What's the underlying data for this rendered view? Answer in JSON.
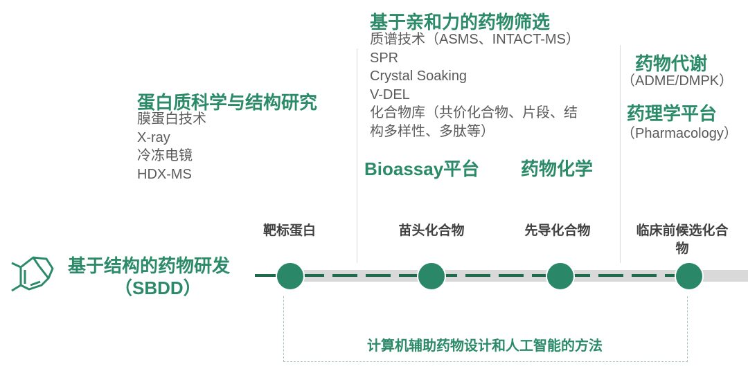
{
  "sbdd": {
    "title": "基于结构的药物研发",
    "abbr": "（SBDD）"
  },
  "protein": {
    "title": "蛋白质科学与结构研究",
    "items": [
      "膜蛋白技术",
      "X-ray",
      "冷冻电镜",
      "HDX-MS"
    ]
  },
  "affinity": {
    "title": "基于亲和力的药物筛选",
    "items": [
      "质谱技术（ASMS、INTACT-MS）",
      "SPR",
      "Crystal Soaking",
      "V-DEL",
      "化合物库（共价化合物、片段、结",
      "构多样性、多肽等）"
    ]
  },
  "bioassay": "Bioassay平台",
  "medchem": "药物化学",
  "metabolism": {
    "title": "药物代谢",
    "sub": "（ADME/DMPK）"
  },
  "pharmacology": {
    "title": "药理学平台",
    "sub": "（Pharmacology）"
  },
  "stages": [
    "靶标蛋白",
    "苗头化合物",
    "先导化合物",
    "临床前候选化合物"
  ],
  "cadd": "计算机辅助药物设计和人工智能的方法",
  "colors": {
    "green": "#2a8767",
    "dark_dash": "#1e6b4e",
    "track": "#d9d9d9"
  }
}
